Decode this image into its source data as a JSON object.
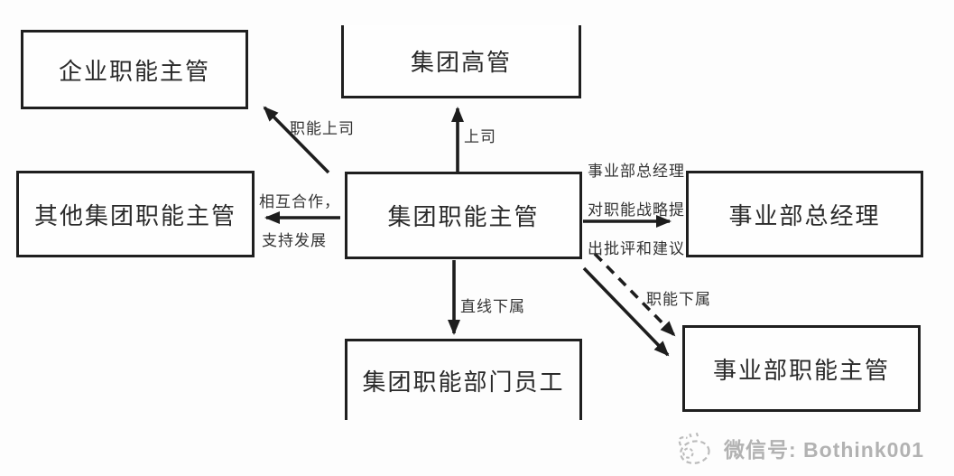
{
  "diagram": {
    "type": "relationship-diagram",
    "nodes": {
      "enterprise_functional_supervisor": {
        "label": "企业职能主管"
      },
      "group_executives": {
        "label": "集团高管"
      },
      "other_group_functional_supervisors": {
        "label": "其他集团职能主管"
      },
      "group_functional_supervisor": {
        "label": "集团职能主管"
      },
      "business_unit_general_manager": {
        "label": "事业部总经理"
      },
      "group_functional_dept_staff": {
        "label": "集团职能部门员工"
      },
      "business_unit_functional_supervisor": {
        "label": "事业部职能主管"
      }
    },
    "edges": {
      "functional_superior": {
        "label": "职能上司",
        "from": "group_functional_supervisor",
        "to": "enterprise_functional_supervisor",
        "style": "solid"
      },
      "superior": {
        "label": "上司",
        "from": "group_functional_supervisor",
        "to": "group_executives",
        "style": "solid"
      },
      "mutual_cooperation": {
        "label_line1": "相互合作，",
        "label_line2": "支持发展",
        "from": "group_functional_supervisor",
        "to": "other_group_functional_supervisors",
        "style": "solid"
      },
      "strategy_feedback": {
        "label_line1": "事业部总经理",
        "label_line2": "对职能战略提",
        "label_line3": "出批评和建议",
        "from": "group_functional_supervisor",
        "to": "business_unit_general_manager",
        "style": "solid"
      },
      "direct_line_subordinate": {
        "label": "直线下属",
        "from": "group_functional_supervisor",
        "to": "group_functional_dept_staff",
        "style": "solid"
      },
      "functional_subordinate": {
        "label": "职能下属",
        "from": "group_functional_supervisor",
        "to": "business_unit_functional_supervisor",
        "style": "dashed-plus-solid"
      }
    }
  },
  "watermark": {
    "wechat_label": "微信号: Bothink001"
  },
  "colors": {
    "line": "#1d1d1d",
    "background": "#fdfdfd",
    "watermark": "#b2b2b2"
  }
}
